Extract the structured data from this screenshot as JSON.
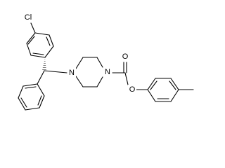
{
  "atoms": {
    "chlorine": "Cl",
    "nitrogen_left": "N",
    "nitrogen_right": "N",
    "oxygen_carbonyl": "O",
    "oxygen_ester": "O"
  }
}
